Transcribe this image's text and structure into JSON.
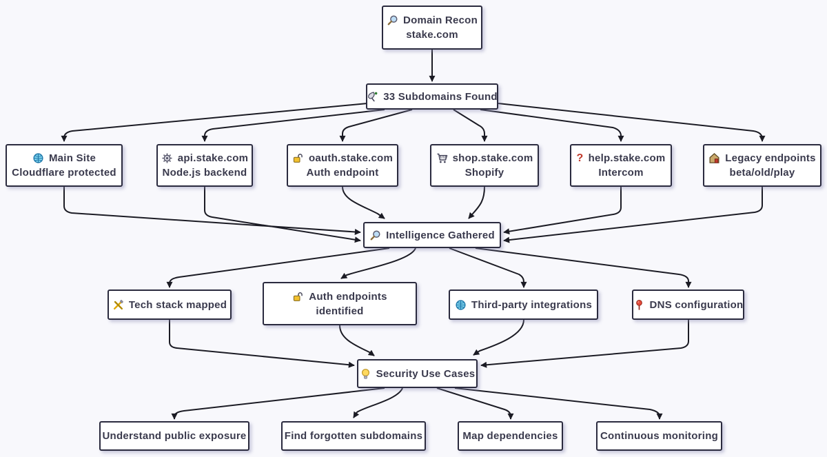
{
  "diagram": {
    "nodes": {
      "root": {
        "icon": "magnifying-glass",
        "line1": "Domain Recon",
        "line2": "stake.com"
      },
      "subdomains": {
        "icon": "satellite-antenna",
        "line1": "33 Subdomains Found"
      },
      "main_site": {
        "icon": "globe",
        "line1": "Main Site",
        "line2": "Cloudflare protected"
      },
      "api": {
        "icon": "gear",
        "line1": "api.stake.com",
        "line2": "Node.js backend"
      },
      "oauth": {
        "icon": "open-lock",
        "line1": "oauth.stake.com",
        "line2": "Auth endpoint"
      },
      "shop": {
        "icon": "shopping-cart",
        "line1": "shop.stake.com",
        "line2": "Shopify"
      },
      "help": {
        "icon": "question-mark",
        "line1": "help.stake.com",
        "line2": "Intercom"
      },
      "legacy": {
        "icon": "derelict-house",
        "line1": "Legacy endpoints",
        "line2": "beta/old/play"
      },
      "intelligence": {
        "icon": "magnifying-glass",
        "line1": "Intelligence Gathered"
      },
      "tech_stack": {
        "icon": "hammer-and-wrench",
        "line1": "Tech stack mapped"
      },
      "auth_endpoints": {
        "icon": "open-lock",
        "line1": "Auth endpoints",
        "line2": "identified"
      },
      "third_party": {
        "icon": "globe",
        "line1": "Third-party integrations"
      },
      "dns": {
        "icon": "round-pushpin",
        "line1": "DNS configuration"
      },
      "security": {
        "icon": "light-bulb",
        "line1": "Security Use Cases"
      },
      "exposure": {
        "line1": "Understand public exposure"
      },
      "forgotten": {
        "line1": "Find forgotten subdomains"
      },
      "dependencies": {
        "line1": "Map dependencies"
      },
      "monitoring": {
        "line1": "Continuous monitoring"
      }
    },
    "edges": [
      [
        "root",
        "subdomains"
      ],
      [
        "subdomains",
        "main_site"
      ],
      [
        "subdomains",
        "api"
      ],
      [
        "subdomains",
        "oauth"
      ],
      [
        "subdomains",
        "shop"
      ],
      [
        "subdomains",
        "help"
      ],
      [
        "subdomains",
        "legacy"
      ],
      [
        "main_site",
        "intelligence"
      ],
      [
        "api",
        "intelligence"
      ],
      [
        "oauth",
        "intelligence"
      ],
      [
        "shop",
        "intelligence"
      ],
      [
        "help",
        "intelligence"
      ],
      [
        "legacy",
        "intelligence"
      ],
      [
        "intelligence",
        "tech_stack"
      ],
      [
        "intelligence",
        "auth_endpoints"
      ],
      [
        "intelligence",
        "third_party"
      ],
      [
        "intelligence",
        "dns"
      ],
      [
        "tech_stack",
        "security"
      ],
      [
        "auth_endpoints",
        "security"
      ],
      [
        "third_party",
        "security"
      ],
      [
        "dns",
        "security"
      ],
      [
        "security",
        "exposure"
      ],
      [
        "security",
        "forgotten"
      ],
      [
        "security",
        "dependencies"
      ],
      [
        "security",
        "monitoring"
      ]
    ],
    "colors": {
      "background": "#f8f8fc",
      "node_fill": "#ffffff",
      "node_border": "#2a2a3e",
      "text": "#3a3a4d",
      "edge": "#1b1b24"
    }
  }
}
